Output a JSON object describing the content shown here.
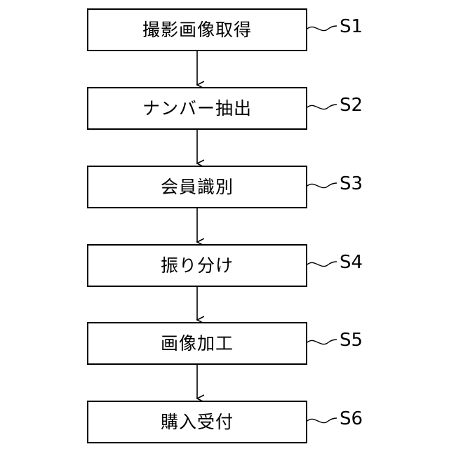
{
  "steps": [
    {
      "label": "S1",
      "text": "撮影画像取得"
    },
    {
      "label": "S2",
      "text": "ナンバー抽出"
    },
    {
      "label": "S3",
      "text": "会員識別"
    },
    {
      "label": "S4",
      "text": "振り分け"
    },
    {
      "label": "S5",
      "text": "画像加工"
    },
    {
      "label": "S6",
      "text": "購入受付"
    }
  ]
}
